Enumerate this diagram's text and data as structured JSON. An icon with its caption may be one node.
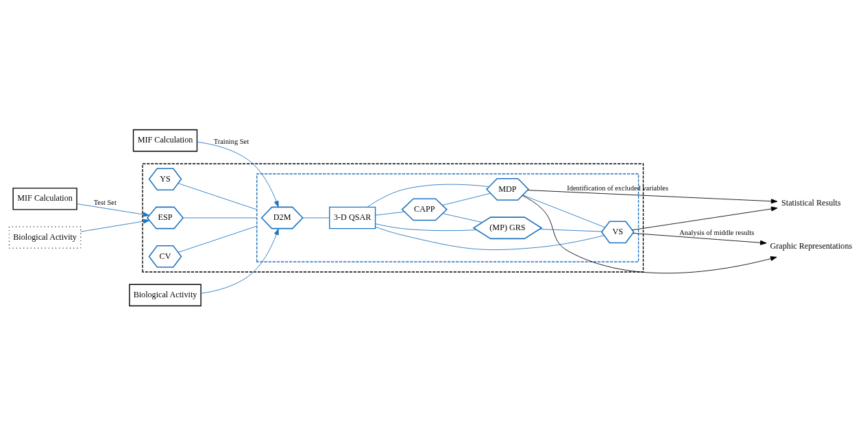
{
  "diagram": {
    "nodes": [
      {
        "text": [
          "MIF Calculation"
        ]
      },
      {
        "text": [
          "Biological Activity"
        ]
      },
      {
        "text": [],
        "shape": "box"
      },
      {
        "text": [],
        "shape": "box",
        "in": 2
      },
      {
        "text": [
          "CV"
        ],
        "in": 2
      },
      {
        "text": [
          "D2M"
        ],
        "in": 3
      },
      {
        "text": [
          "CAPP"
        ],
        "in": 3
      },
      {
        "text": [
          "MDP"
        ],
        "in": 3
      },
      {
        "text": [
          "YS"
        ],
        "in": 2
      },
      {
        "text": [
          "3-D QSAR"
        ],
        "in": 3
      },
      {
        "text": [
          "(MP) GRS"
        ],
        "in": 3
      },
      {
        "text": [
          "VS"
        ],
        "in": 3
      },
      {
        "text": [
          "ESP"
        ],
        "in": 2
      },
      {
        "text": [
          "MIF Calculation"
        ]
      },
      {
        "text": [
          "Biological Activity"
        ]
      },
      {
        "text": [
          "Statistical Results"
        ]
      },
      {
        "text": [
          "Graphic Representations"
        ]
      }
    ],
    "edges": [
      {
        "from": 0,
        "to": 5,
        "arrow": "to",
        "label": "Training Set"
      },
      {
        "from": 1,
        "to": 5,
        "arrow": "to"
      },
      {
        "from": 5,
        "to": 9,
        "arrow": "none"
      },
      {
        "from": 6,
        "to": 7,
        "arrow": "none"
      },
      {
        "from": 6,
        "to": 10,
        "arrow": "none"
      },
      {
        "from": 7,
        "to": 11,
        "arrow": "none"
      },
      {
        "from": 10,
        "to": 11,
        "arrow": "none"
      },
      {
        "from": 9,
        "to": 6,
        "arrow": "none"
      },
      {
        "from": 9,
        "to": 10,
        "arrow": "none"
      },
      {
        "from": 9,
        "to": 7,
        "arrow": "none"
      },
      {
        "from": 9,
        "to": 11,
        "arrow": "none"
      },
      {
        "from": 4,
        "to": 3,
        "arrow": "none"
      },
      {
        "from": 8,
        "to": 3,
        "arrow": "none"
      },
      {
        "from": 12,
        "to": 3,
        "arrow": "none"
      },
      {
        "from": 13,
        "to": 12,
        "arrow": "to",
        "label": "Test Set"
      },
      {
        "from": 14,
        "to": 12,
        "arrow": "to"
      },
      {
        "from": 7,
        "to": 15,
        "arrow": "to",
        "label": "Identification of excluded variables",
        "color": "#000000"
      },
      {
        "from": 7,
        "to": 16,
        "arrow": "to",
        "color": "#000000"
      },
      {
        "from": 11,
        "to": 15,
        "arrow": "to",
        "color": "#000000"
      },
      {
        "from": 11,
        "to": 16,
        "arrow": "to",
        "label": "Analysis of middle results",
        "color": "#000000"
      }
    ]
  }
}
